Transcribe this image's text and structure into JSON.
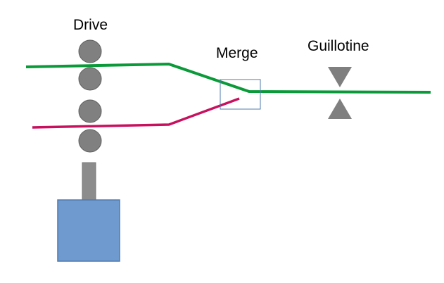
{
  "labels": {
    "drive": "Drive",
    "merge": "Merge",
    "guillotine": "Guillotine"
  },
  "colors": {
    "background": "#ffffff",
    "green_line": "#0b9a3a",
    "magenta_line": "#c8105e",
    "roller_fill": "#808080",
    "roller_stroke": "#5f5f5f",
    "motor_fill": "#6f9ad0",
    "motor_stroke": "#4f79ad",
    "shaft_fill": "#8c8c8c",
    "merge_box_stroke": "#4f79ad",
    "blade_fill": "#7f7f7f",
    "text": "#000000"
  },
  "icons": {
    "rollers": "circle-roller-icon",
    "motor": "motor-block-icon",
    "guillotine": "triangle-blade-icon"
  }
}
